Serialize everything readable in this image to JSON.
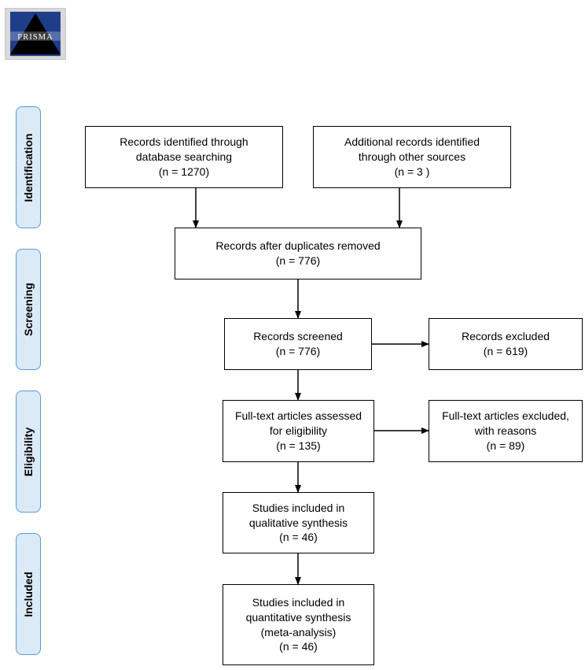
{
  "logo": {
    "text": "PRISMA",
    "icon": "prisma-logo-icon"
  },
  "stages": {
    "identification": "Identification",
    "screening": "Screening",
    "eligibility": "Eligibility",
    "included": "Included"
  },
  "boxes": {
    "db_search": "Records identified through\ndatabase searching\n(n = 1270)",
    "other_sources": "Additional records identified\nthrough other sources\n(n = 3 )",
    "after_duplicates": "Records after duplicates removed\n(n = 776)",
    "screened": "Records screened\n(n = 776)",
    "excluded": "Records excluded\n(n = 619)",
    "fulltext_assessed": "Full-text articles assessed\nfor eligibility\n(n = 135)",
    "fulltext_excluded": "Full-text articles excluded,\nwith reasons\n(n = 89)",
    "qualitative": "Studies included in\nqualitative synthesis\n(n = 46)",
    "quantitative": "Studies included in\nquantitative synthesis\n(meta-analysis)\n(n = 46)"
  }
}
